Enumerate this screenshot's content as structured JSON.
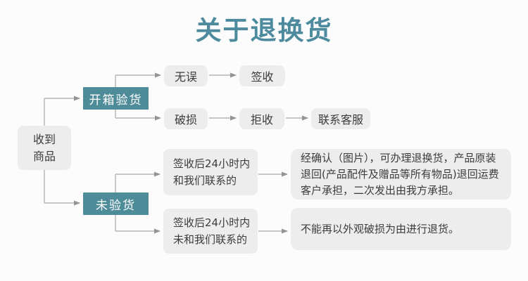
{
  "title": {
    "text": "关于退换货"
  },
  "colors": {
    "title_teal": "#4d8a9e",
    "node_teal": "#4f8c99",
    "node_gray": "#ededed",
    "connector_gray": "#b5b5b5",
    "arrowhead_gray": "#949494",
    "text_dark": "#3c3c3c",
    "background": "#fcfcfc"
  },
  "nodes": {
    "root": {
      "line1": "收到",
      "line2": "商品"
    },
    "open_inspect": {
      "label": "开箱验货"
    },
    "no_error": {
      "label": "无误"
    },
    "sign": {
      "label": "签收"
    },
    "damaged": {
      "label": "破损"
    },
    "reject": {
      "label": "拒收"
    },
    "contact_service": {
      "label": "联系客服"
    },
    "not_inspected": {
      "label": "未验货"
    },
    "contacted_24h": {
      "line1": "签收后24小时内",
      "line2": "和我们联系的"
    },
    "not_contacted_24h": {
      "line1": "签收后24小时内",
      "line2": "未和我们联系的"
    },
    "result_contacted": {
      "text": "经确认（图片），可办理退换货，产品原装退回(产品配件及赠品等所有物品)退回运费客户承担，二次发出由我方承担。"
    },
    "result_not_contacted": {
      "text": "不能再以外观破损为由进行退货。"
    }
  }
}
